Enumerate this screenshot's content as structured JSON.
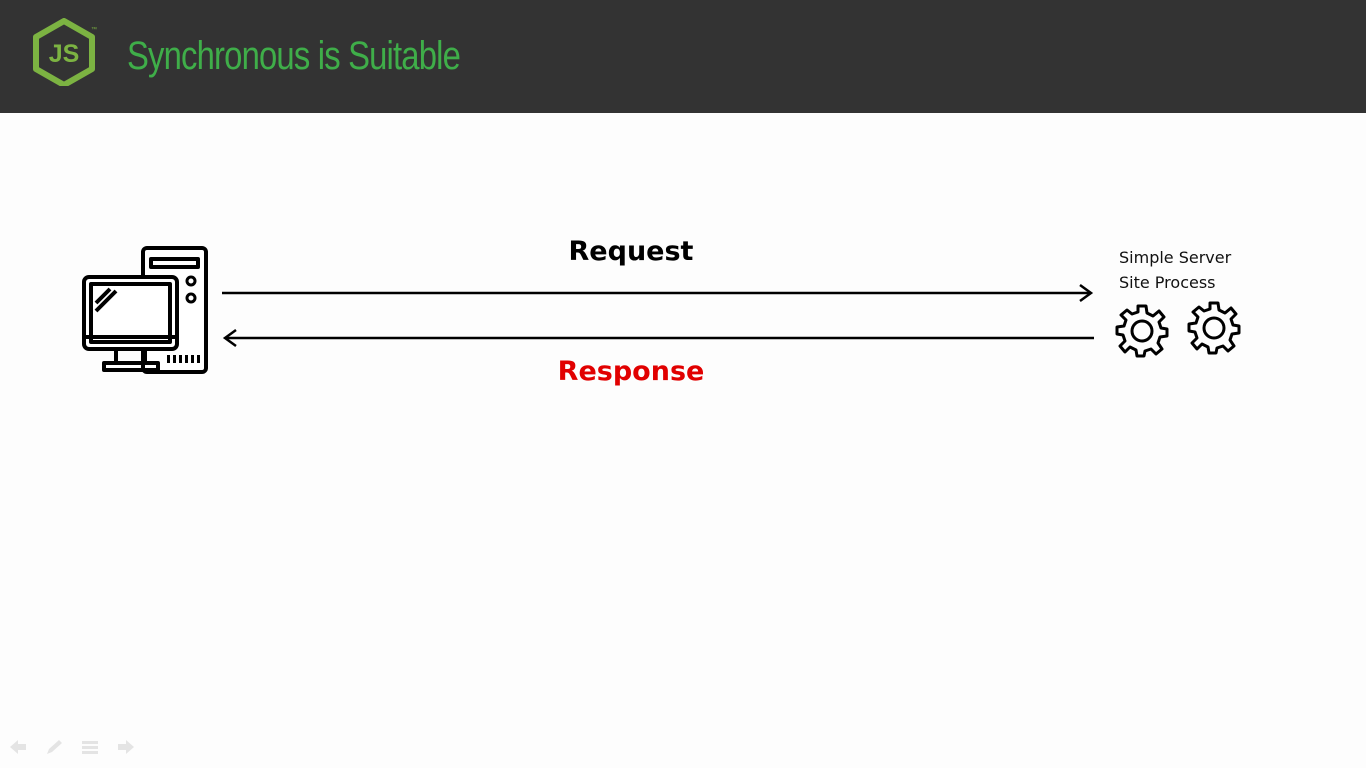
{
  "header": {
    "title": "Synchronous is Suitable",
    "logo_text": "JS",
    "background_color": "#333333",
    "accent_color": "#3fae49"
  },
  "diagram": {
    "request_label": "Request",
    "response_label": "Response",
    "response_color": "#e10000",
    "server_label_line1": "Simple Server",
    "server_label_line2": "Site Process",
    "client_icon": "desktop-computer-icon",
    "server_icons": [
      "gear-icon",
      "gear-icon"
    ]
  },
  "slide_controls": [
    "previous-icon",
    "pen-icon",
    "menu-icon",
    "next-icon"
  ]
}
